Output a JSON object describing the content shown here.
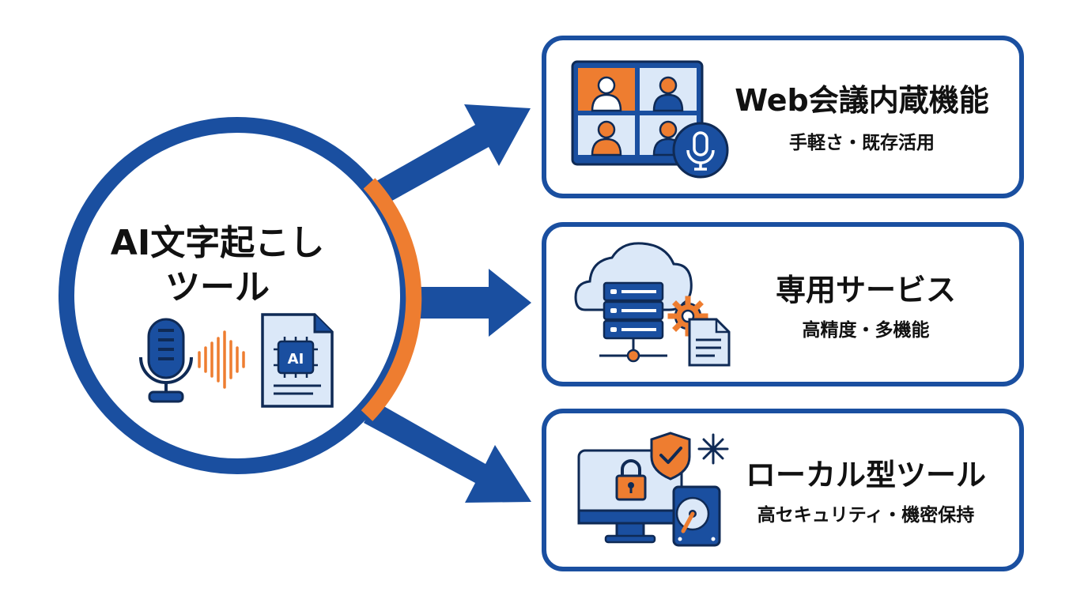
{
  "hub": {
    "title_line1": "AI文字起こし",
    "title_line2": "ツール",
    "chip_label": "AI"
  },
  "cards": [
    {
      "title": "Web会議内蔵機能",
      "subtitle": "手軽さ・既存活用",
      "icon": "video-conference-microphone-icon"
    },
    {
      "title": "専用サービス",
      "subtitle": "高精度・多機能",
      "icon": "cloud-server-gear-document-icon"
    },
    {
      "title": "ローカル型ツール",
      "subtitle": "高セキュリティ・機密保持",
      "icon": "monitor-lock-shield-hdd-icon"
    }
  ],
  "colors": {
    "navy": "#1a4fa0",
    "orange": "#ee7d30",
    "light_blue": "#dbe8f8",
    "text": "#111111"
  }
}
